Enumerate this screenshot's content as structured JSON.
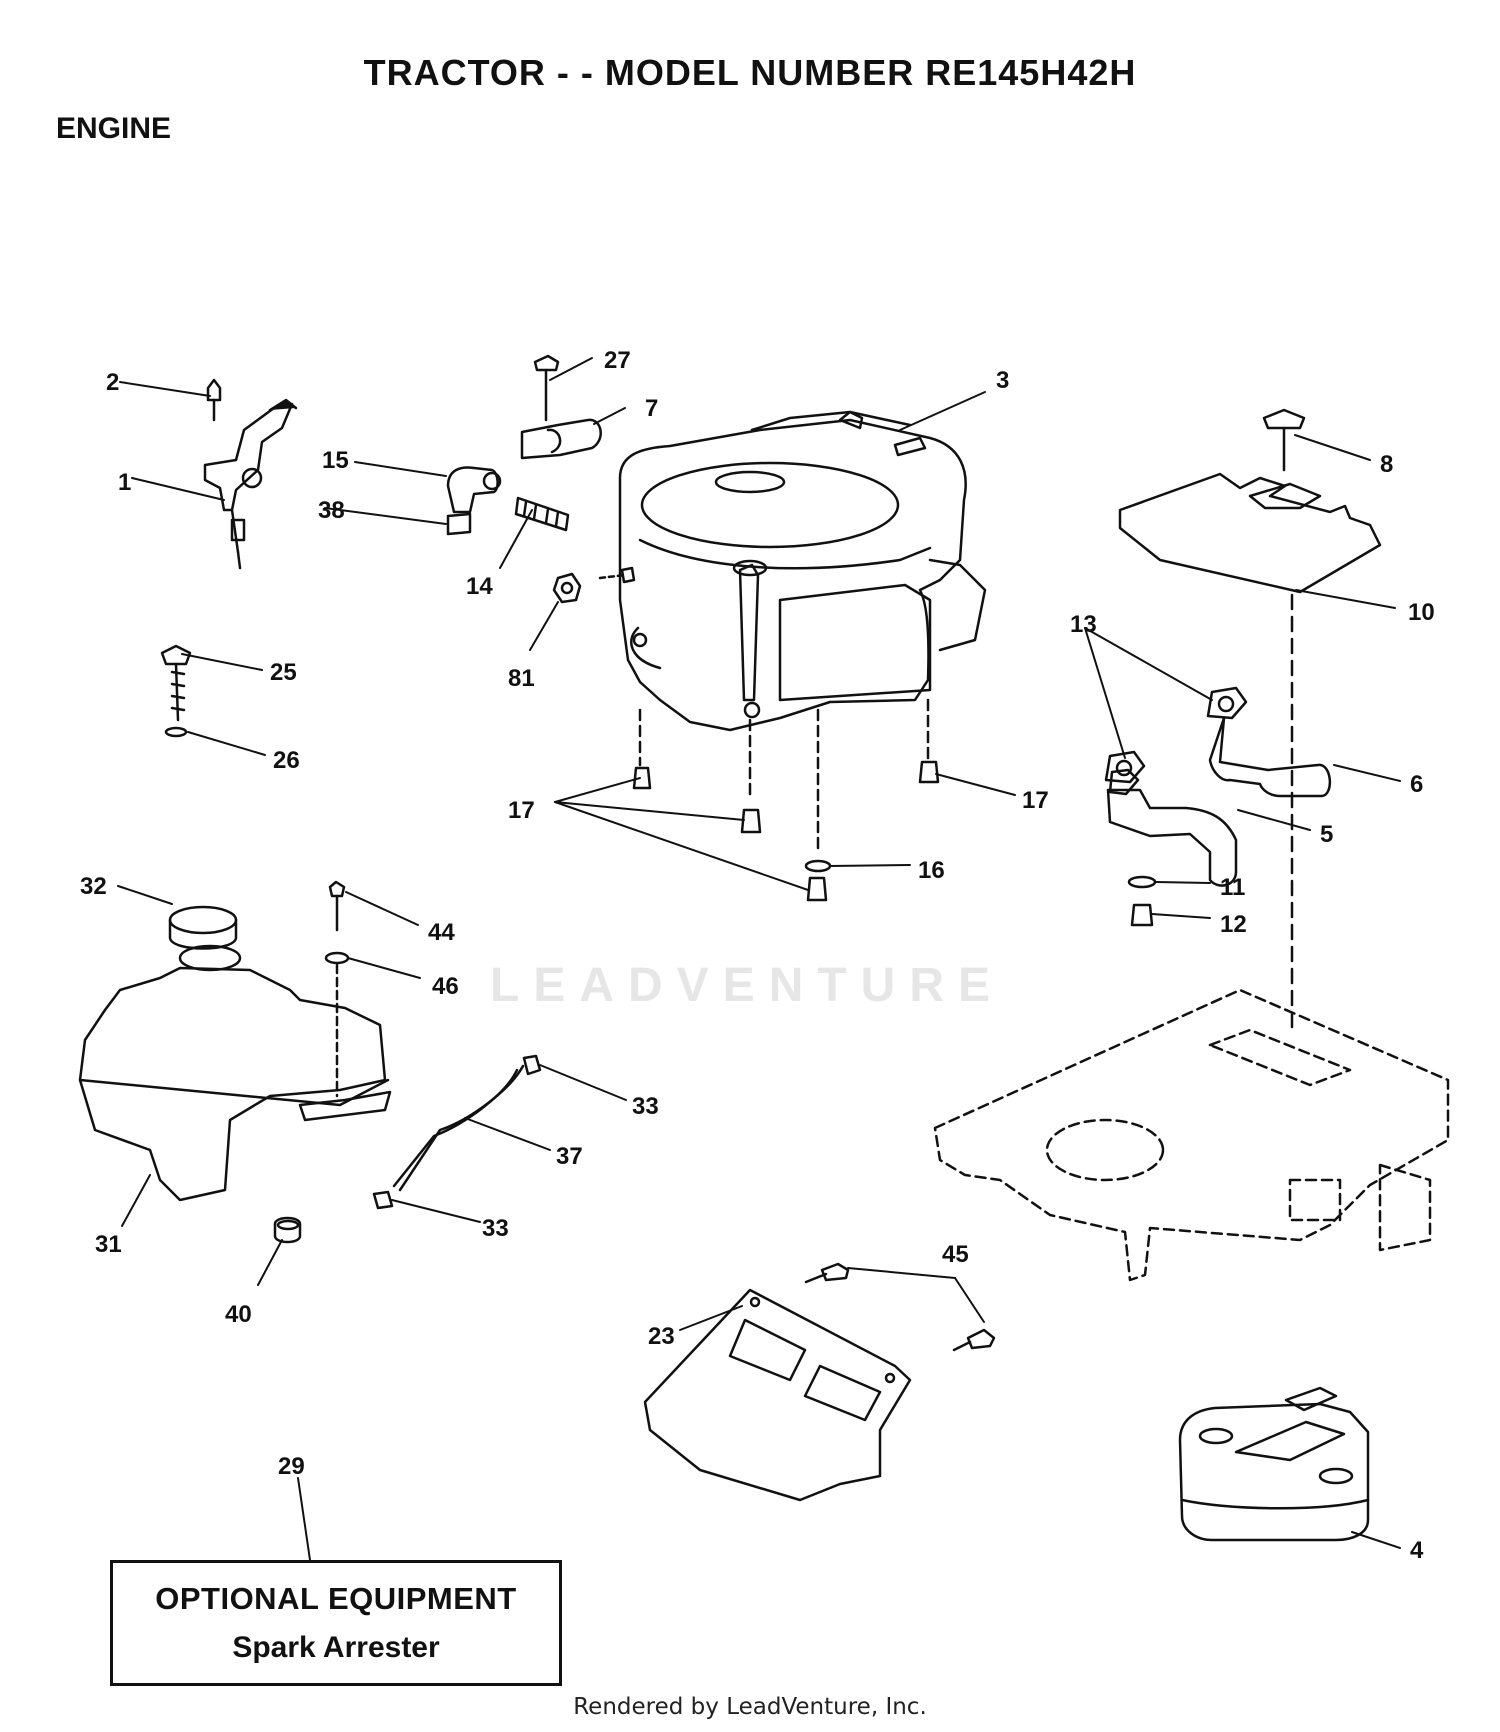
{
  "title": "TRACTOR - - MODEL NUMBER RE145H42H",
  "section": "ENGINE",
  "watermark": "LEADVENTURE",
  "optional_box": {
    "title": "OPTIONAL EQUIPMENT",
    "subtitle": "Spark Arrester"
  },
  "footer": "Rendered by LeadVenture, Inc.",
  "callouts": {
    "c1": "1",
    "c2": "2",
    "c3": "3",
    "c4": "4",
    "c5": "5",
    "c6": "6",
    "c7": "7",
    "c8": "8",
    "c10": "10",
    "c11": "11",
    "c12": "12",
    "c13": "13",
    "c14": "14",
    "c15": "15",
    "c16": "16",
    "c17a": "17",
    "c17b": "17",
    "c23": "23",
    "c25": "25",
    "c26": "26",
    "c27": "27",
    "c29": "29",
    "c31": "31",
    "c32": "32",
    "c33a": "33",
    "c33b": "33",
    "c37": "37",
    "c38": "38",
    "c40": "40",
    "c44": "44",
    "c45": "45",
    "c46": "46",
    "c81": "81"
  }
}
